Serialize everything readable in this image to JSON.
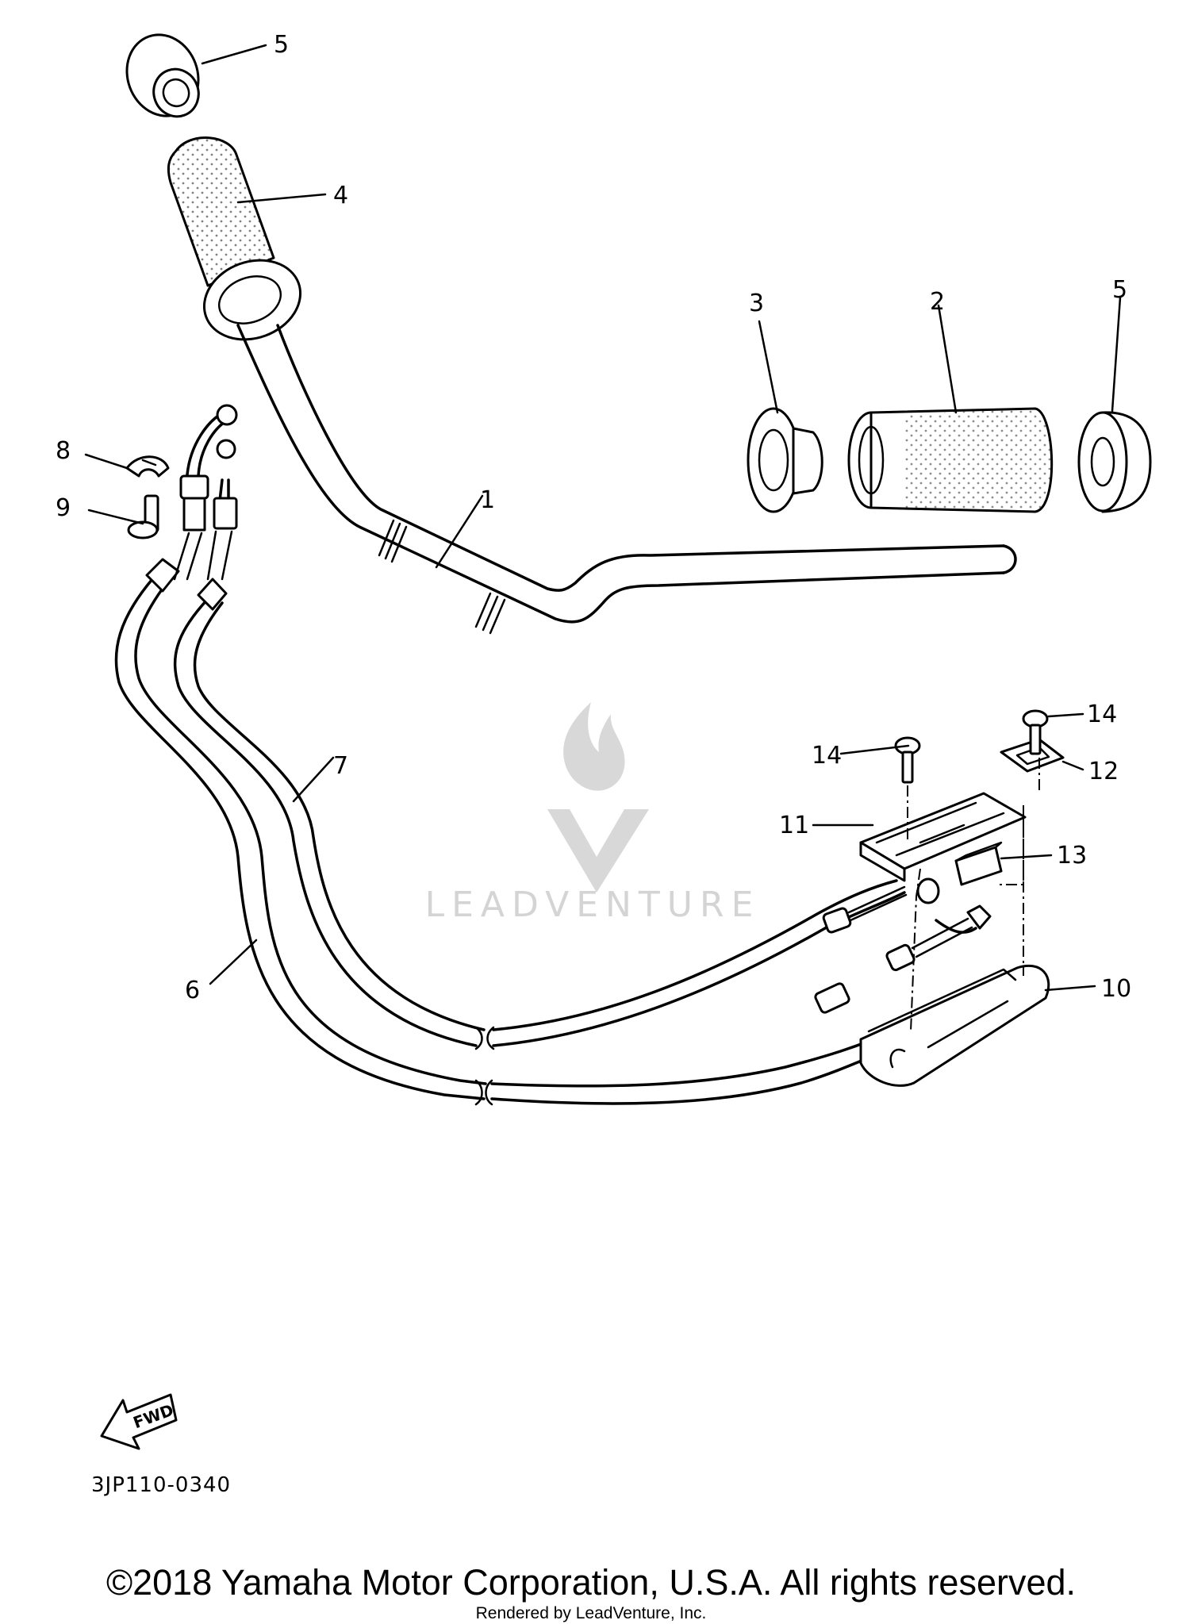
{
  "diagram": {
    "callouts": {
      "handlebar": "1",
      "grip_right": "2",
      "collar_right": "3",
      "grip_left": "4",
      "end_weight_top": "5",
      "end_weight_right": "5",
      "cable_6": "6",
      "cable_7": "7",
      "clip_8": "8",
      "bolt_9": "9",
      "housing_10": "10",
      "cover_11": "11",
      "plate_12": "12",
      "block_13": "13",
      "screw_14_left": "14",
      "screw_14_right": "14"
    },
    "fwd_label": "FWD",
    "diagram_code": "3JP110-0340"
  },
  "watermark": {
    "brand": "LEADVENTURE"
  },
  "footer": {
    "copyright": "©2018 Yamaha Motor Corporation, U.S.A. All rights reserved.",
    "rendered_by": "Rendered by LeadVenture, Inc."
  }
}
